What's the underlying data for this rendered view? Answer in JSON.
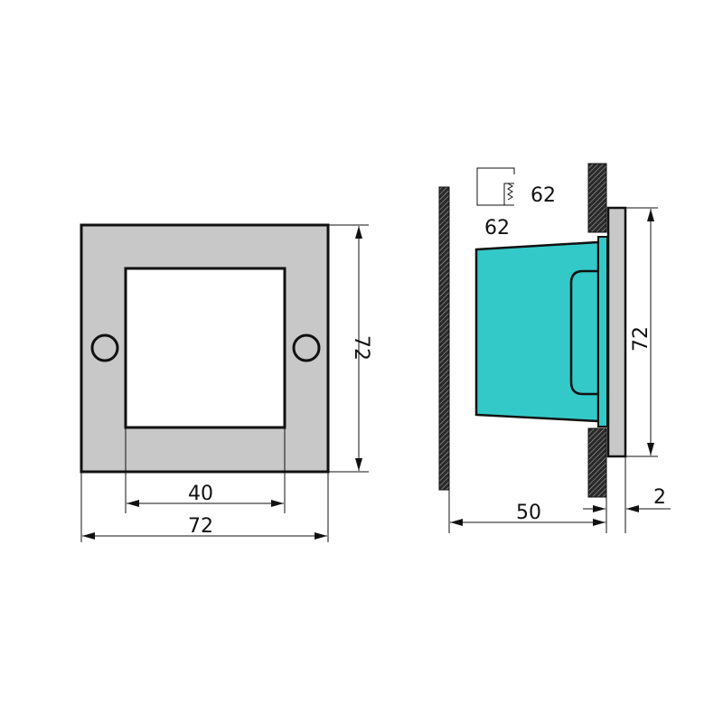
{
  "front_view": {
    "width_label": "72",
    "height_label": "72",
    "opening_label": "40"
  },
  "side_view": {
    "depth_label": "50",
    "plate_thickness_label": "2",
    "height_label": "72",
    "cutout_label": "62",
    "cutout_depth_label": "62"
  },
  "colors": {
    "plate": "#c8c8c8",
    "body": "#33c9c9",
    "wall": "#2a2a2a"
  }
}
